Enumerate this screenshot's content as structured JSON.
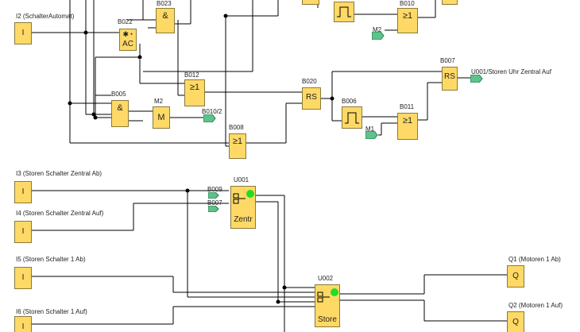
{
  "blocks": {
    "b023": {
      "name": "B023",
      "sym": "&"
    },
    "b022": {
      "name": "B022",
      "sym": "AC"
    },
    "b010": {
      "name": "B010",
      "sym": "≥1"
    },
    "b012": {
      "name": "B012",
      "sym": "≥1"
    },
    "b005": {
      "name": "B005",
      "sym": "&"
    },
    "m2": {
      "name": "M2",
      "sym": "M"
    },
    "b008": {
      "name": "B008",
      "sym": "≥1"
    },
    "b020": {
      "name": "B020",
      "sym": "RS"
    },
    "b006": {
      "name": "B006"
    },
    "b011": {
      "name": "B011",
      "sym": "≥1"
    },
    "b007": {
      "name": "B007",
      "sym": "RS"
    },
    "u001": {
      "name": "U001",
      "sym": "Zentr"
    },
    "u002": {
      "name": "U002",
      "sym": "Store"
    }
  },
  "inputs": [
    {
      "label": "I2 (SchalterAutomat)",
      "sym": "I"
    },
    {
      "label": "I3 (Storen Schalter Zentral Ab)",
      "sym": "I"
    },
    {
      "label": "I4 (Storen Schalter Zentral Auf)",
      "sym": "I"
    },
    {
      "label": "I5 (Storen Schalter 1 Ab)",
      "sym": "I"
    },
    {
      "label": "I6 (Storen Schalter 1 Auf)",
      "sym": "I"
    }
  ],
  "outputs": [
    {
      "label": "Q1 (Motoren 1 Ab)",
      "sym": "Q"
    },
    {
      "label": "Q2 (Motoren 1 Auf)",
      "sym": "Q"
    }
  ],
  "flags": {
    "m2_flag": "M2",
    "b010_2": "B010/2",
    "m1_flag": "M1",
    "u001_out": "U001/Storen Uhr Zentral Auf",
    "b009": "B009",
    "b007_ref": "B007"
  },
  "colors": {
    "block": "#ffd966",
    "flag": "#5cc48a",
    "led": "#22dd22",
    "wire": "#000000"
  }
}
